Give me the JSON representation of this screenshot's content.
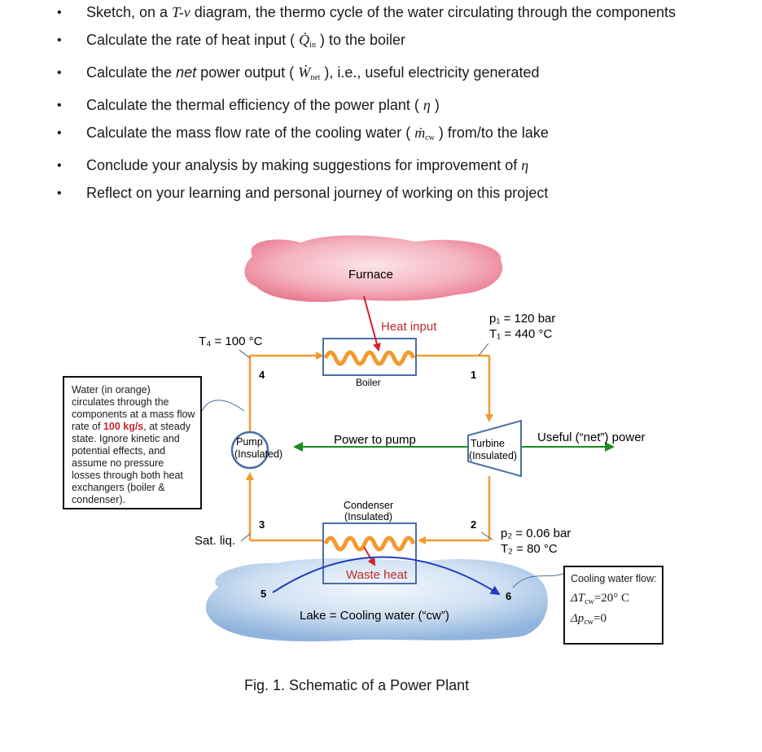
{
  "tasks": [
    {
      "pre": "Sketch, on a ",
      "sym": "T-v",
      "post": " diagram, the thermo cycle of the water circulating through the components"
    },
    {
      "pre": "Calculate the rate of heat input ( ",
      "sym": "Q̇",
      "sub": "in",
      "post": " ) to the boiler"
    },
    {
      "pre": "Calculate the ",
      "em": "net",
      "mid": " power output ( ",
      "sym": "Ẇ",
      "sub": "net",
      "post": " ), i.e., useful electricity generated"
    },
    {
      "pre": "Calculate the thermal efficiency of the power plant ( ",
      "sym": "η",
      "post": " )"
    },
    {
      "pre": "Calculate the mass flow rate of the cooling water ( ",
      "sym": "ṁ",
      "sub": "cw",
      "post": " ) from/to the lake"
    },
    {
      "pre": "Conclude your analysis by making suggestions for improvement of  ",
      "sym": "η",
      "post": ""
    },
    {
      "pre": "Reflect on your learning and personal journey of working on this project",
      "sym": "",
      "post": ""
    }
  ],
  "bullet": "•",
  "diagram": {
    "furnace": "Furnace",
    "heat_input": "Heat input",
    "boiler": "Boiler",
    "state1_p": "p₁ = 120 bar",
    "state1_T": "T₁ = 440 °C",
    "state4_T": "T₄ = 100 °C",
    "node1": "1",
    "node2": "2",
    "node3": "3",
    "node4": "4",
    "node5": "5",
    "node6": "6",
    "pump_line1": "Pump",
    "pump_line2": "(Insulated)",
    "power_to_pump": "Power to pump",
    "turbine_line1": "Turbine",
    "turbine_line2": "(Insulated)",
    "useful_power": "Useful (“net”) power",
    "condenser_line1": "Condenser",
    "condenser_line2": "(Insulated)",
    "sat_liq": "Sat. liq.",
    "state2_p": "p₂ = 0.06 bar",
    "state2_T": "T₂ = 80 °C",
    "waste_heat": "Waste heat",
    "lake": "Lake = Cooling water (“cw”)"
  },
  "water_note": {
    "pre": "Water (in orange) circulates through the components at a mass flow rate of ",
    "rate": "100 kg/s",
    "post": ", at steady state. Ignore kinetic and potential effects, and assume no pressure losses through both heat exchangers (boiler & condenser)."
  },
  "cooling_note": {
    "title": "Cooling water flow:",
    "eq1": "ΔT",
    "eq1_sub": "cw",
    "eq1_rhs": "=20° C",
    "eq2": "Δp",
    "eq2_sub": "cw",
    "eq2_rhs": "=0"
  },
  "caption": "Fig. 1. Schematic of a Power Plant",
  "colors": {
    "water": "#f39a2e",
    "power": "#1f8a1f",
    "cooling": "#1f3fbf",
    "heat": "#c0282d",
    "component_border": "#4a6fa5",
    "furnace_fill": "#ef8fa0",
    "lake_fill": "#a9c6e6"
  }
}
